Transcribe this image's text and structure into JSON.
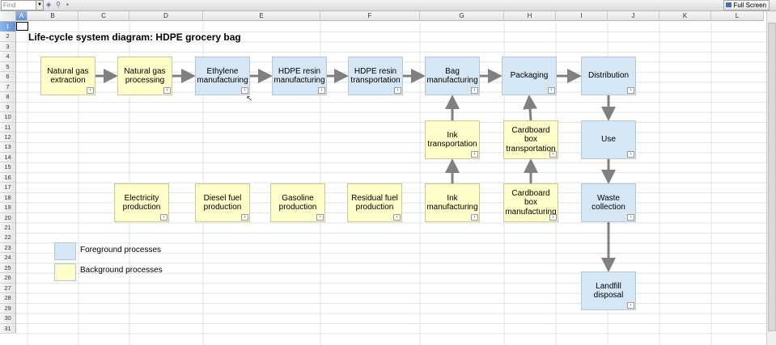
{
  "toolbar": {
    "find_placeholder": "Find",
    "fullscreen_label": "Full Screen",
    "icons": [
      "find-dropdown-icon",
      "find-next-icon",
      "find-options-icon"
    ]
  },
  "sheet": {
    "columns": [
      "A",
      "B",
      "C",
      "D",
      "E",
      "F",
      "G",
      "H",
      "I",
      "J",
      "K",
      "L"
    ],
    "rows": [
      "1",
      "2",
      "3",
      "4",
      "5",
      "6",
      "7",
      "8",
      "9",
      "10",
      "11",
      "12",
      "13",
      "14",
      "15",
      "16",
      "17",
      "18",
      "19",
      "20",
      "21",
      "22",
      "23",
      "24",
      "25",
      "26",
      "27",
      "28",
      "29",
      "30",
      "31"
    ],
    "selected_cell": "A1"
  },
  "diagram": {
    "title": "Life-cycle system diagram: HDPE grocery bag",
    "colors": {
      "foreground": "#d5e7f5",
      "background": "#fefdc9",
      "arrow": "#808080"
    },
    "boxes": [
      {
        "id": "natural-gas-extraction",
        "label": "Natural gas\nextraction",
        "kind": "background"
      },
      {
        "id": "natural-gas-processing",
        "label": "Natural gas\nprocessing",
        "kind": "background"
      },
      {
        "id": "ethylene-manufacturing",
        "label": "Ethylene\nmanufacturing",
        "kind": "foreground"
      },
      {
        "id": "hdpe-resin-manufacturing",
        "label": "HDPE resin\nmanufacturing",
        "kind": "foreground"
      },
      {
        "id": "hdpe-resin-transportation",
        "label": "HDPE resin\ntransportation",
        "kind": "foreground"
      },
      {
        "id": "bag-manufacturing",
        "label": "Bag\nmanufacturing",
        "kind": "foreground"
      },
      {
        "id": "packaging",
        "label": "Packaging",
        "kind": "foreground"
      },
      {
        "id": "distribution",
        "label": "Distribution",
        "kind": "foreground"
      },
      {
        "id": "ink-transportation",
        "label": "Ink\ntransportation",
        "kind": "background"
      },
      {
        "id": "cardboard-box-transportation",
        "label": "Cardboard\nbox\ntransportation",
        "kind": "background"
      },
      {
        "id": "use",
        "label": "Use",
        "kind": "foreground"
      },
      {
        "id": "electricity-production",
        "label": "Electricity\nproduction",
        "kind": "background"
      },
      {
        "id": "diesel-fuel-production",
        "label": "Diesel fuel\nproduction",
        "kind": "background"
      },
      {
        "id": "gasoline-production",
        "label": "Gasoline\nproduction",
        "kind": "background"
      },
      {
        "id": "residual-fuel-production",
        "label": "Residual fuel\nproduction",
        "kind": "background"
      },
      {
        "id": "ink-manufacturing",
        "label": "Ink\nmanufacturing",
        "kind": "background"
      },
      {
        "id": "cardboard-box-manufacturing",
        "label": "Cardboard\nbox\nmanufacturing",
        "kind": "background"
      },
      {
        "id": "waste-collection",
        "label": "Waste\ncollection",
        "kind": "foreground"
      },
      {
        "id": "landfill-disposal",
        "label": "Landfill\ndisposal",
        "kind": "foreground"
      }
    ],
    "flows": [
      [
        "natural-gas-extraction",
        "natural-gas-processing"
      ],
      [
        "natural-gas-processing",
        "ethylene-manufacturing"
      ],
      [
        "ethylene-manufacturing",
        "hdpe-resin-manufacturing"
      ],
      [
        "hdpe-resin-manufacturing",
        "hdpe-resin-transportation"
      ],
      [
        "hdpe-resin-transportation",
        "bag-manufacturing"
      ],
      [
        "bag-manufacturing",
        "packaging"
      ],
      [
        "packaging",
        "distribution"
      ],
      [
        "ink-transportation",
        "bag-manufacturing"
      ],
      [
        "ink-manufacturing",
        "ink-transportation"
      ],
      [
        "cardboard-box-transportation",
        "packaging"
      ],
      [
        "cardboard-box-manufacturing",
        "cardboard-box-transportation"
      ],
      [
        "distribution",
        "use"
      ],
      [
        "use",
        "waste-collection"
      ],
      [
        "waste-collection",
        "landfill-disposal"
      ]
    ],
    "legend": [
      {
        "label": "Foreground processes",
        "kind": "foreground"
      },
      {
        "label": "Background processes",
        "kind": "background"
      }
    ]
  }
}
